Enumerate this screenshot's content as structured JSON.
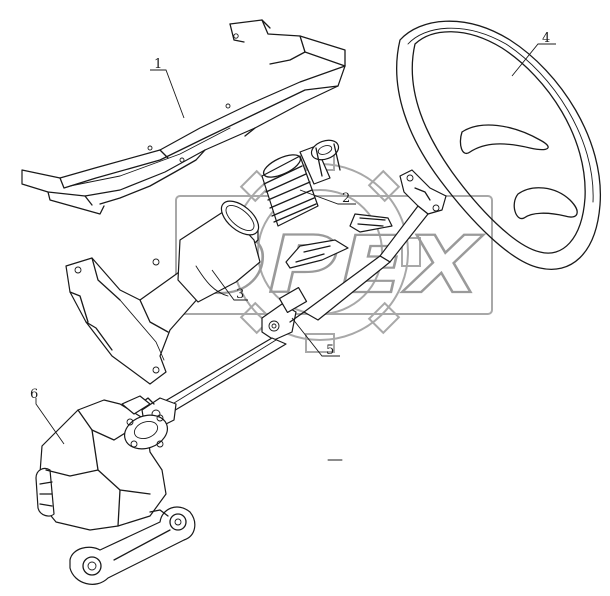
{
  "watermark": {
    "text": "OPEX",
    "color": "#9a9a9a"
  },
  "callouts": [
    {
      "label": "1",
      "part": "mounting-bracket"
    },
    {
      "label": "2",
      "part": "rubber-boot"
    },
    {
      "label": "3",
      "part": "column-housing"
    },
    {
      "label": "4",
      "part": "steering-wheel"
    },
    {
      "label": "5",
      "part": "steering-shaft"
    },
    {
      "label": "6",
      "part": "steering-gear"
    }
  ],
  "colors": {
    "line": "#1a1a1a",
    "background": "#ffffff"
  }
}
